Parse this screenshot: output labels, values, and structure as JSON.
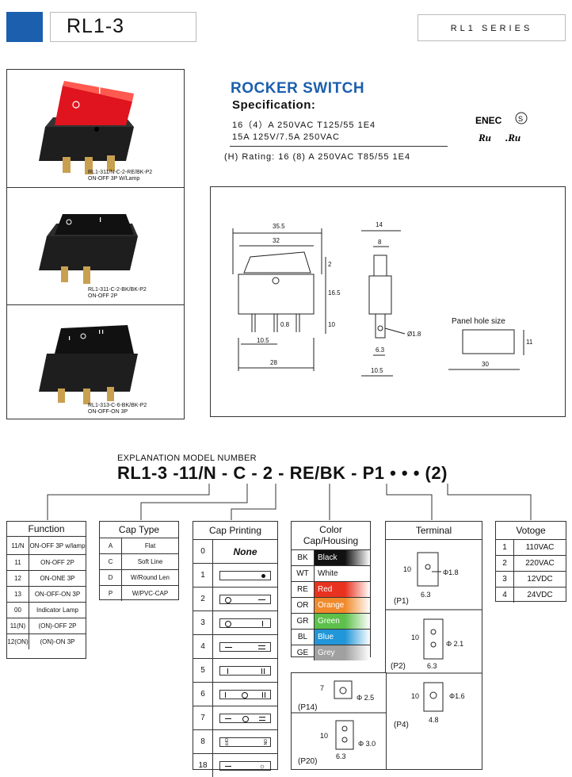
{
  "header": {
    "title": "RL1-3",
    "series": "RL1 SERIES"
  },
  "products": [
    {
      "caption_line1": "RL1-311/N-C-2-RE/BK-P2",
      "caption_line2": "ON-OFF 3P W/Lamp",
      "rocker_color": "#e0141e"
    },
    {
      "caption_line1": "RL1-311-C-2-BK/BK-P2",
      "caption_line2": "ON-OFF 2P",
      "rocker_color": "#1c1c1c"
    },
    {
      "caption_line1": "RL1-313-C-6-BK/BK-P2",
      "caption_line2": "ON-OFF-ON 3P",
      "rocker_color": "#1c1c1c"
    }
  ],
  "spec": {
    "title": "ROCKER SWITCH",
    "subtitle": "Specification:",
    "line1": "16（4）A 250VAC T125/55  1E4",
    "line2": "15A 125V/7.5A 250VAC",
    "rating": "(H) Rating: 16 (8) A 250VAC T85/55  1E4"
  },
  "drawing": {
    "dims": {
      "d35_5": "35.5",
      "d32": "32",
      "d2": "2",
      "d16_5": "16.5",
      "d10": "10",
      "d0_8": "0.8",
      "d10_5a": "10.5",
      "d28": "28",
      "d14": "14",
      "d8": "8",
      "d1_8": "Ø1.8",
      "d6_3": "6.3",
      "d10_5b": "10.5",
      "d11": "11",
      "d30": "30"
    },
    "panel_label": "Panel hole size"
  },
  "explanation": {
    "label": "EXPLANATION MODEL NUMBER",
    "model": "RL1-3 -11/N - C - 2 - RE/BK - P1 • • • (2)"
  },
  "function": {
    "title": "Function",
    "rows": [
      {
        "k": "11/N",
        "v": "ON-OFF 3P w/lamp"
      },
      {
        "k": "11",
        "v": "ON-OFF 2P"
      },
      {
        "k": "12",
        "v": "ON-ONE 3P"
      },
      {
        "k": "13",
        "v": "ON-OFF-ON 3P"
      },
      {
        "k": "00",
        "v": "Indicator Lamp"
      },
      {
        "k": "11(N)",
        "v": "(ON)-OFF 2P"
      },
      {
        "k": "12(ON)",
        "v": "(ON)-ON 3P"
      }
    ]
  },
  "cap_type": {
    "title": "Cap Type",
    "rows": [
      {
        "k": "A",
        "v": "Flat"
      },
      {
        "k": "C",
        "v": "Soft Line"
      },
      {
        "k": "D",
        "v": "W/Round Len"
      },
      {
        "k": "P",
        "v": "W/PVC-CAP"
      }
    ]
  },
  "cap_printing": {
    "title": "Cap Printing",
    "none_label": "None",
    "rows": [
      "0",
      "1",
      "2",
      "3",
      "4",
      "5",
      "6",
      "7",
      "8",
      "18"
    ]
  },
  "color": {
    "title_line1": "Color",
    "title_line2": "Cap/Housing",
    "rows": [
      {
        "k": "BK",
        "v": "Black",
        "color": "#111111",
        "text": "#ffffff"
      },
      {
        "k": "WT",
        "v": "White",
        "color": "#ffffff",
        "text": "#111111"
      },
      {
        "k": "RE",
        "v": "Red",
        "color": "#e8321f",
        "text": "#ffffff"
      },
      {
        "k": "OR",
        "v": "Orange",
        "color": "#f08a2c",
        "text": "#ffffff"
      },
      {
        "k": "GR",
        "v": "Green",
        "color": "#5cc04a",
        "text": "#ffffff"
      },
      {
        "k": "BL",
        "v": "Blue",
        "color": "#2196d8",
        "text": "#ffffff"
      },
      {
        "k": "GE",
        "v": "Grey",
        "color": "#a0a0a0",
        "text": "#ffffff"
      }
    ]
  },
  "terminal": {
    "title": "Terminal",
    "p1": {
      "label": "(P1)",
      "h": "10",
      "w": "6.3",
      "d": "Φ1.8"
    },
    "p2": {
      "label": "(P2)",
      "h": "10",
      "w": "6.3",
      "d": "Φ 2.1"
    },
    "p4": {
      "label": "(P4)",
      "h": "10",
      "w": "4.8",
      "d": "Φ1.6"
    },
    "p14": {
      "label": "(P14)",
      "h": "7",
      "d": "Φ 2.5"
    },
    "p20": {
      "label": "(P20)",
      "h": "10",
      "w": "6.3",
      "d": "Φ 3.0"
    }
  },
  "voltage": {
    "title": "Votoge",
    "rows": [
      {
        "k": "1",
        "v": "110VAC"
      },
      {
        "k": "2",
        "v": "220VAC"
      },
      {
        "k": "3",
        "v": "12VDC"
      },
      {
        "k": "4",
        "v": "24VDC"
      }
    ]
  }
}
